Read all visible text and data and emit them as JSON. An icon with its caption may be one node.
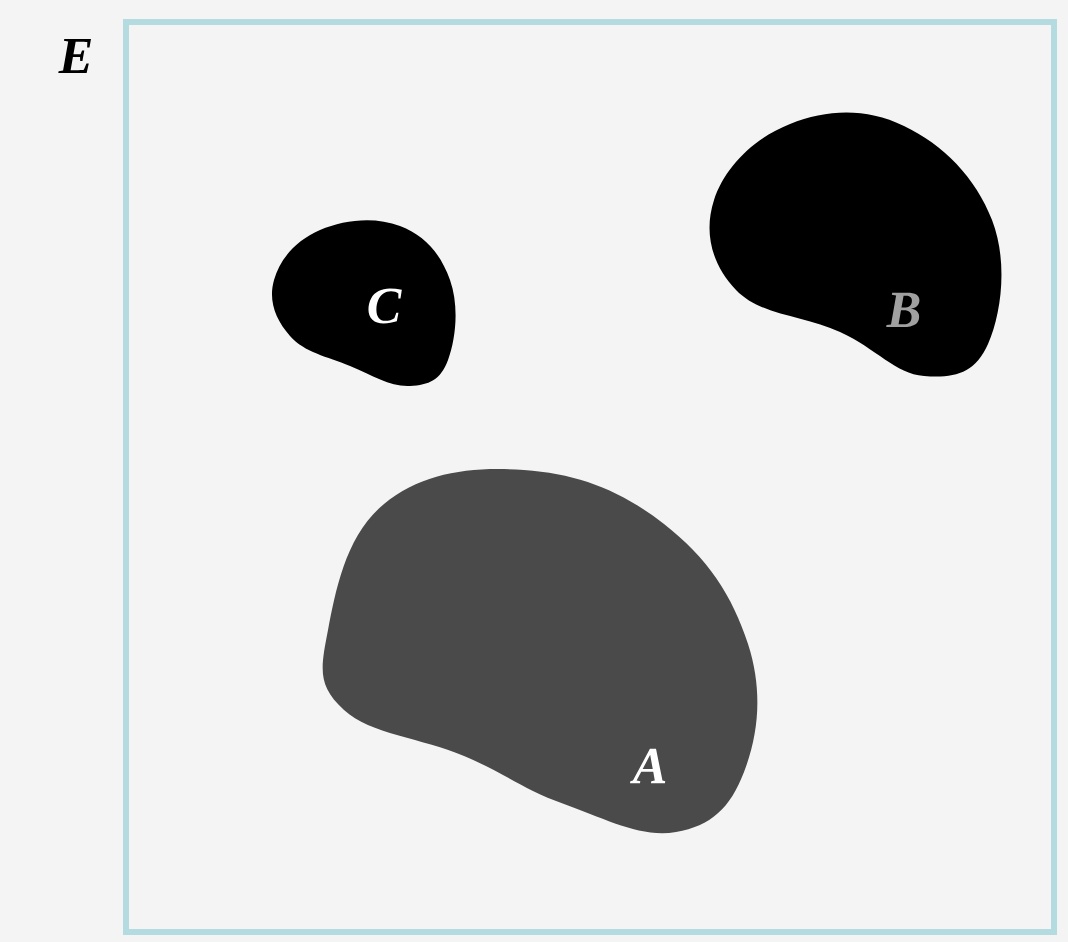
{
  "diagram": {
    "nodes": [
      {
        "text": [
          "E"
        ]
      },
      {
        "text": [
          "C"
        ],
        "in": 0
      },
      {
        "text": [
          "B"
        ],
        "in": 0
      },
      {
        "text": [
          "A"
        ],
        "in": 0
      }
    ]
  }
}
